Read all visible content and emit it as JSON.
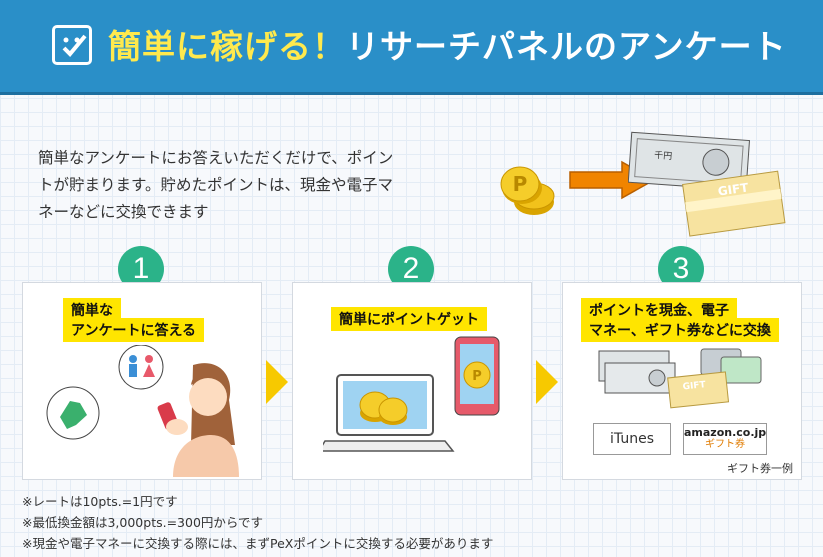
{
  "header": {
    "title_highlight": "簡単に稼げる！",
    "title_rest": "リサーチパネルのアンケート"
  },
  "intro": {
    "line1": "簡単なアンケートにお答えいただくだけで、ポイン",
    "line2": "トが貯まります。貯めたポイントは、現金や電子マ",
    "line3": "ネーなどに交換できます"
  },
  "steps": [
    {
      "number": "1",
      "label_line1": "簡単な",
      "label_line2": "アンケートに答える"
    },
    {
      "number": "2",
      "label_line1": "簡単にポイントゲット"
    },
    {
      "number": "3",
      "label_line1": "ポイントを現金、電子",
      "label_line2": "マネー、ギフト券などに交換",
      "itunes": "iTunes",
      "amazon": "amazon.co.jp",
      "amazon_sub": "ギフト券",
      "caption": "ギフト券一例"
    }
  ],
  "graphics": {
    "bill_text": "千円",
    "gift_text": "GIFT",
    "coin_letter": "P"
  },
  "notes": [
    "※レートは10pts.=1円です",
    "※最低換金額は3,000pts.=300円からです",
    "※現金や電子マネーに交換する際には、まずPeXポイントに交換する必要があります"
  ],
  "colors": {
    "header": "#2a8fc8",
    "accent_yellow": "#ffe500",
    "step_green": "#2bb389",
    "coin": "#f2c21b"
  }
}
